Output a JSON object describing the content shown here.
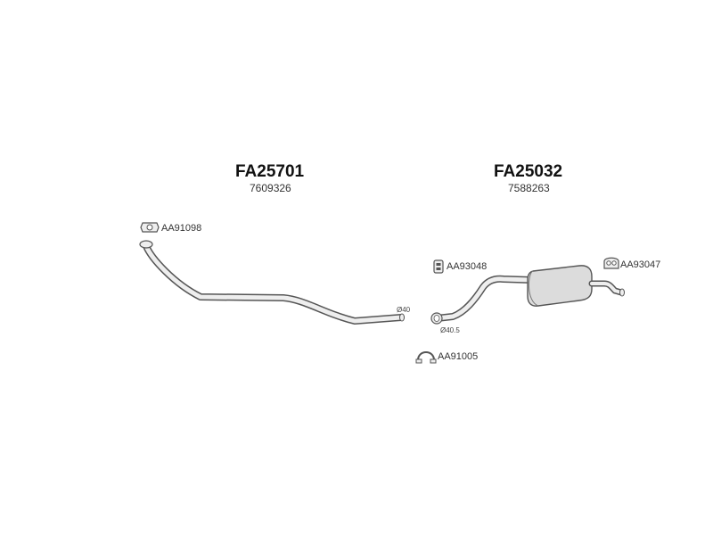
{
  "assemblies": [
    {
      "code": "FA25701",
      "oe_number": "7609326"
    },
    {
      "code": "FA25032",
      "oe_number": "7588263"
    }
  ],
  "parts": {
    "front_gasket": "AA91098",
    "mid_rubber_hanger": "AA93048",
    "rear_rubber_hanger": "AA93047",
    "clamp": "AA91005"
  },
  "dimensions": {
    "front_pipe_outlet": "Ø40",
    "rear_pipe_inlet": "Ø40.5"
  },
  "colors": {
    "line": "#555555",
    "fill": "#e8e8e8",
    "muffler_fill": "#dcdcdc"
  }
}
